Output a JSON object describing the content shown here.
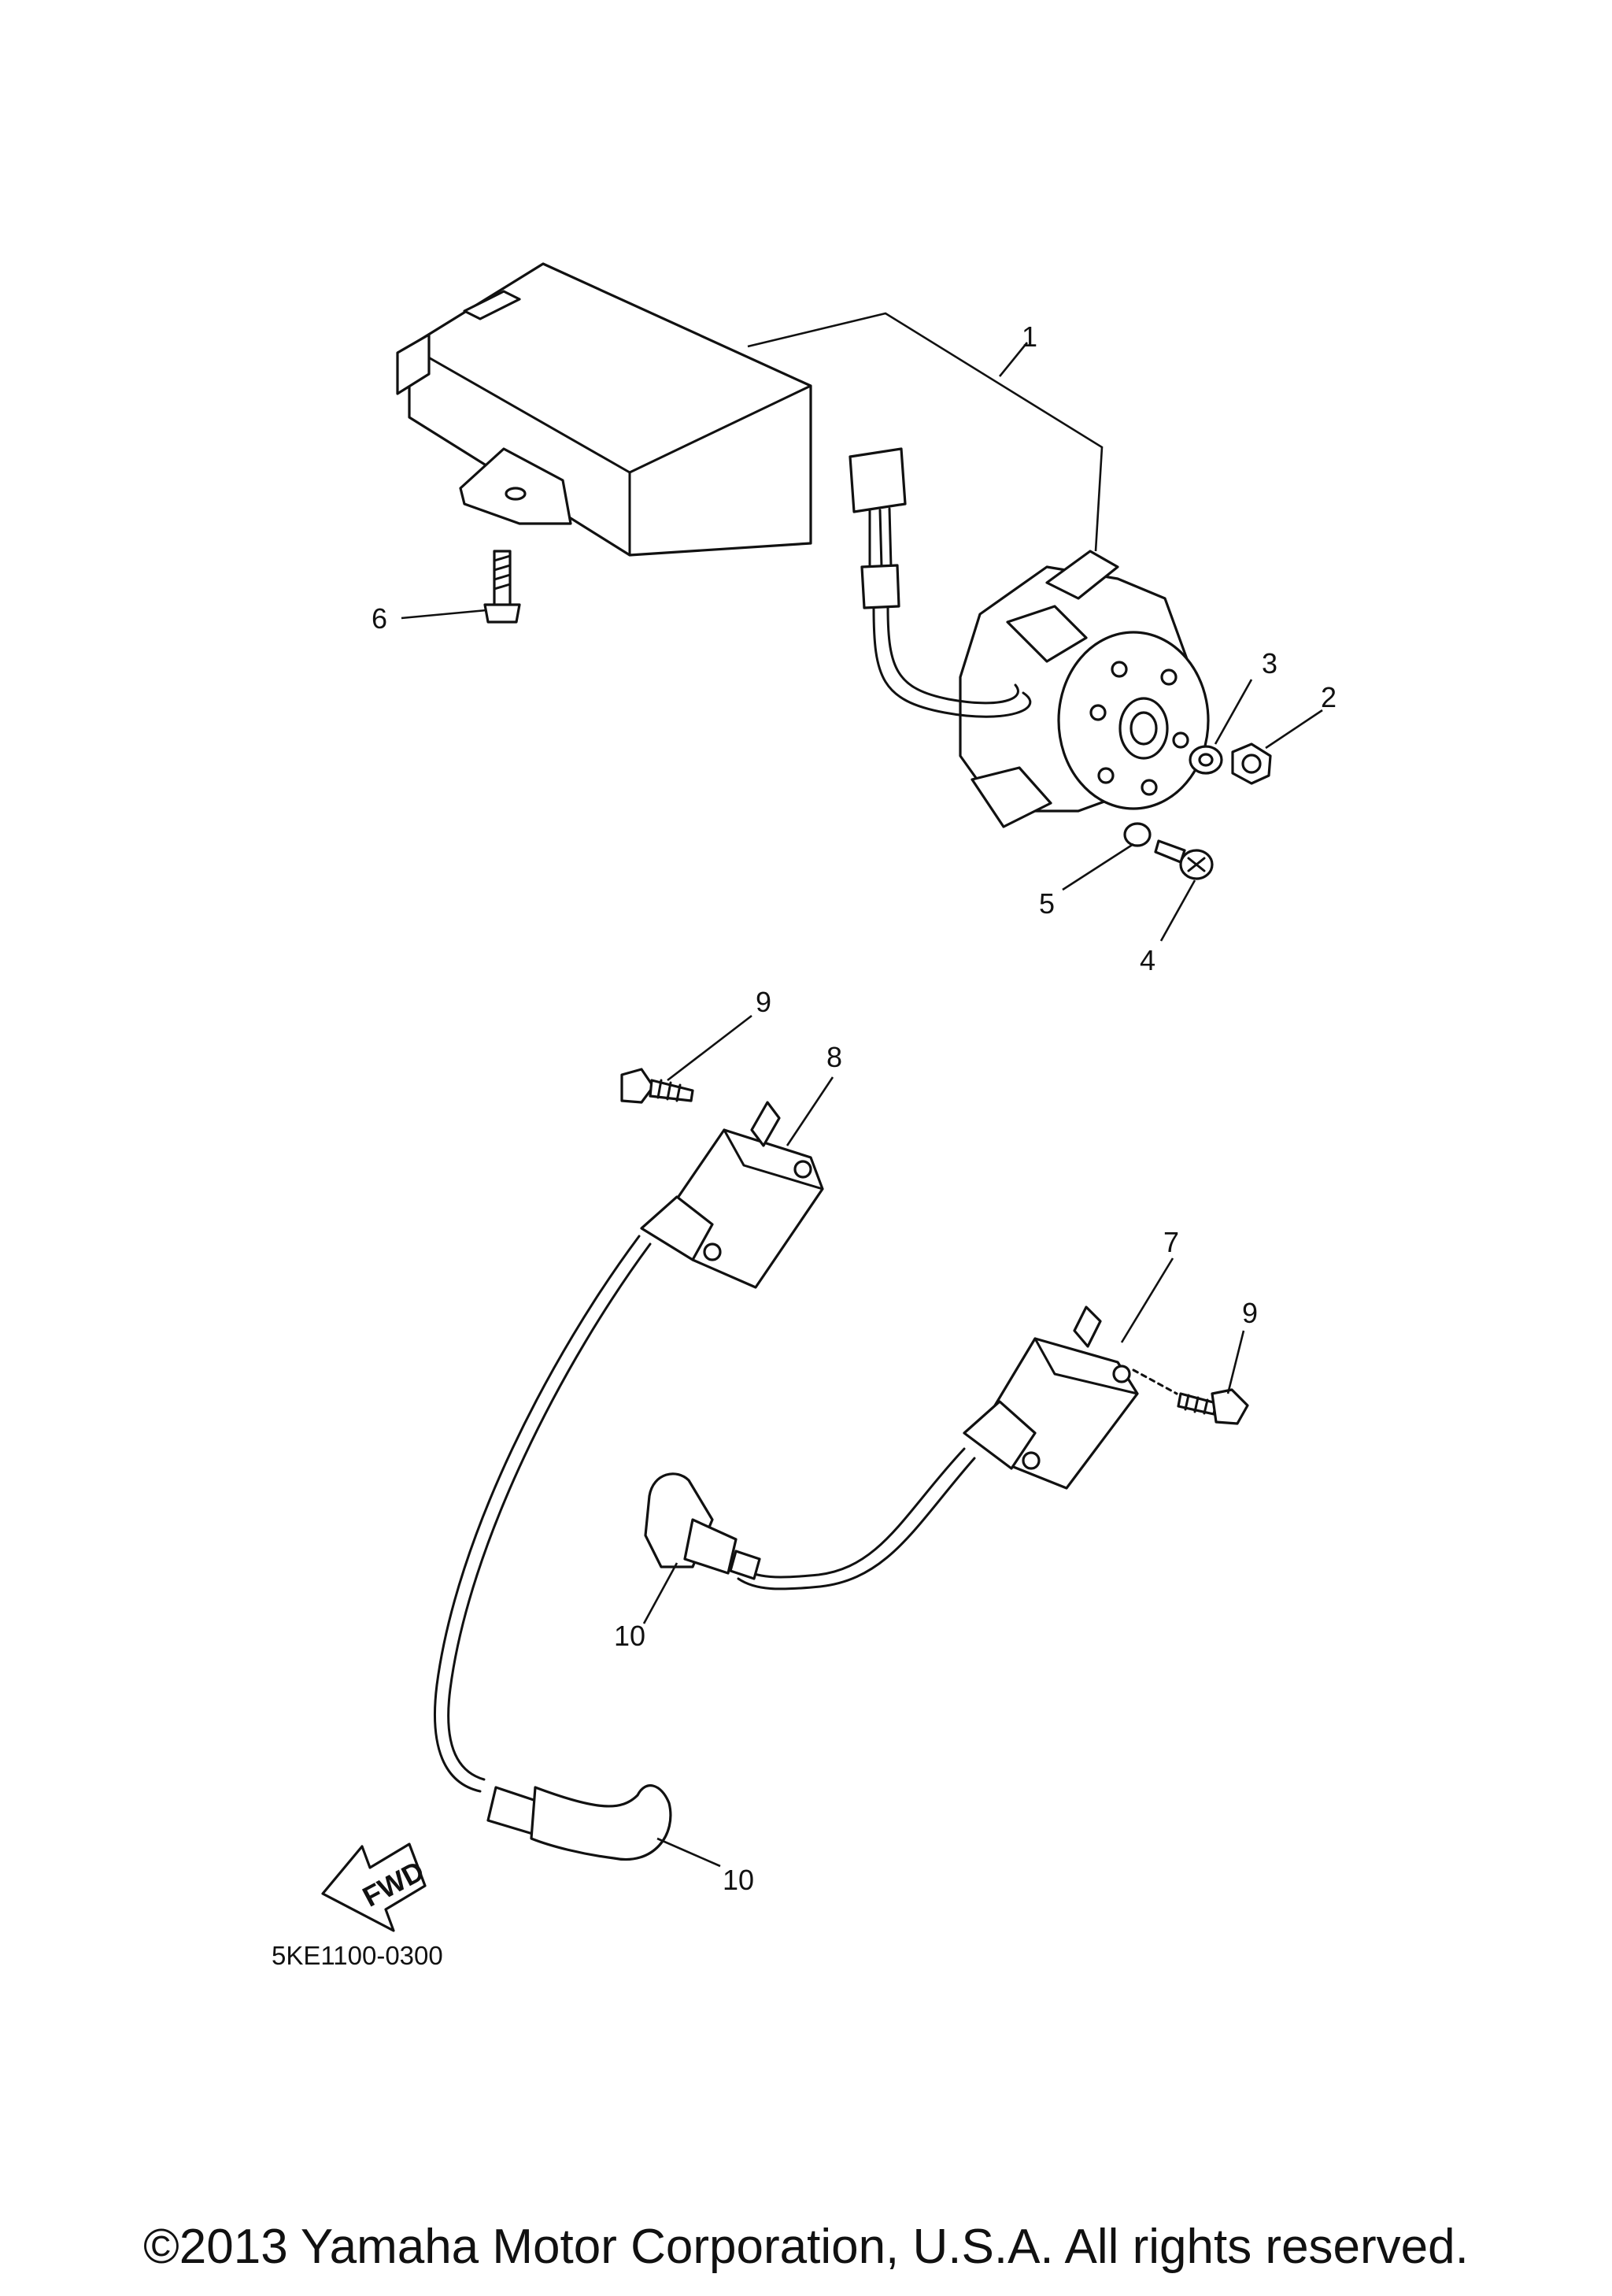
{
  "callouts": {
    "c1": "1",
    "c2": "2",
    "c3": "3",
    "c4": "4",
    "c5": "5",
    "c6": "6",
    "c7": "7",
    "c8": "8",
    "c9a": "9",
    "c9b": "9",
    "c10a": "10",
    "c10b": "10"
  },
  "fwd_label": "FWD",
  "diagram_code": "5KE1100-0300",
  "copyright": "©2013 Yamaha Motor Corporation, U.S.A. All rights reserved."
}
